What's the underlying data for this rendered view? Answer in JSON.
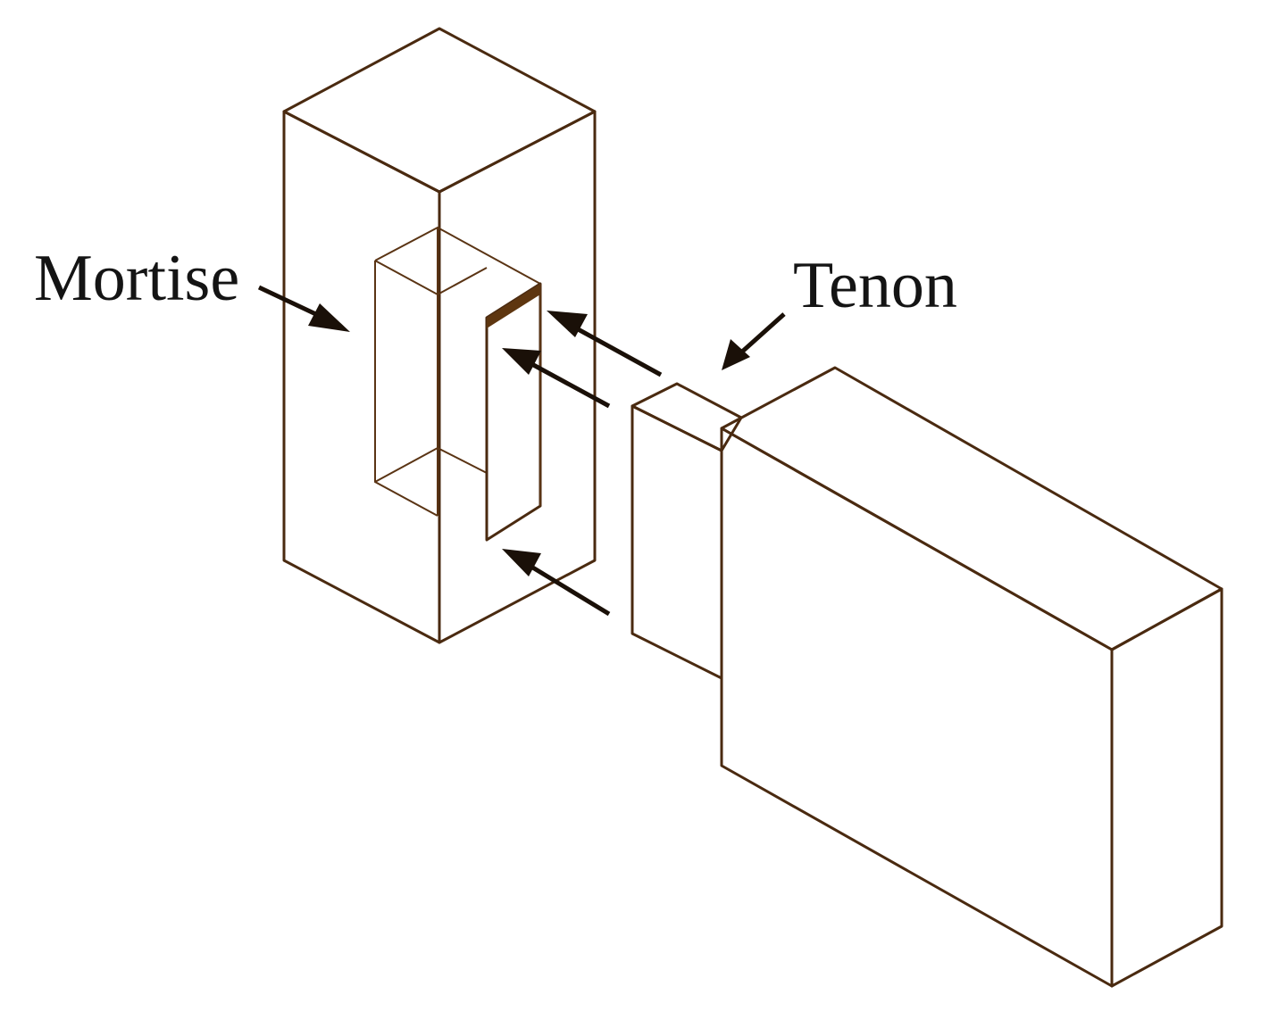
{
  "diagram": {
    "subject": "Mortise and tenon joint",
    "labels": {
      "mortise": "Mortise",
      "tenon": "Tenon"
    },
    "colors": {
      "top_face": "#d8642c",
      "end_face": "#d8642c",
      "side_face": "#a36a34",
      "side_face_light": "#a86c36",
      "mortise_cavity": "#7a4816",
      "edge": "#4a2a10",
      "arrow": "#1a1008",
      "background": "#ffffff"
    },
    "parts": [
      {
        "name": "mortise-post",
        "description": "Vertical post with rectangular mortise cavity"
      },
      {
        "name": "tenon-rail",
        "description": "Horizontal rail with projecting tenon"
      }
    ],
    "arrows": [
      {
        "name": "mortise-label-arrow",
        "points_to": "mortise"
      },
      {
        "name": "tenon-label-arrow",
        "points_to": "tenon"
      },
      {
        "name": "insertion-arrow-top",
        "points_to": "mortise-cavity-top"
      },
      {
        "name": "insertion-arrow-middle",
        "points_to": "mortise-cavity-middle"
      },
      {
        "name": "insertion-arrow-bottom",
        "points_to": "mortise-cavity-bottom"
      }
    ]
  }
}
